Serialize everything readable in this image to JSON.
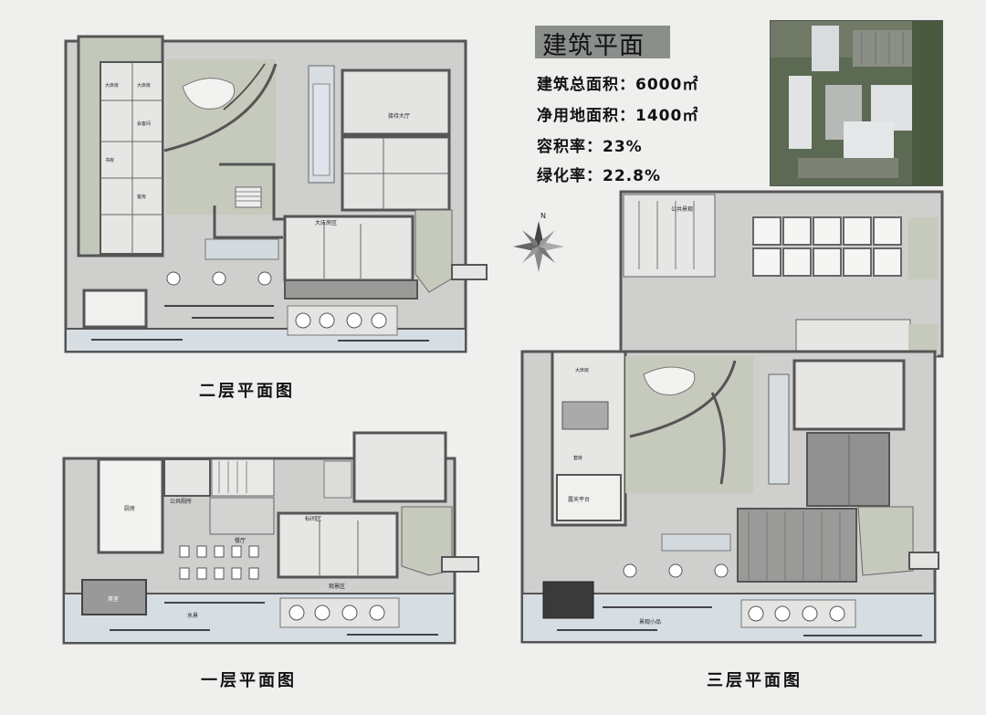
{
  "title": "建筑平面",
  "stats": {
    "total_area": "建筑总面积：6000㎡",
    "net_area": "净用地面积：1400㎡",
    "plot_ratio": "容积率：23%",
    "green_ratio": "绿化率：22.8%"
  },
  "captions": {
    "floor2": "二层平面图",
    "floor1": "一层平面图",
    "floor3": "三层平面图"
  },
  "labels": {
    "f2_reception": "接待大厅",
    "f2_bigbed": "大床房区",
    "f2_r1": "大床房",
    "f2_r2": "大床房",
    "f2_r3": "会客间",
    "f2_r4": "书房",
    "f2_r5": "客房",
    "f1_kitchen": "厨房",
    "f1_toilet": "公共厕所",
    "f1_dining": "餐厅",
    "f1_standard": "标间区",
    "f1_view": "观景区",
    "f1_water": "水景",
    "f1_tea": "茶室",
    "f3_public": "公共景观",
    "f3_terrace": "露天平台",
    "f3_r1": "大床房",
    "f3_r2": "套房",
    "f3_garden": "景观小品"
  },
  "north": "N",
  "colors": {
    "wall": "#5a5a5a",
    "floor": "#c8c8c6",
    "green": "#bfc5b8",
    "water": "#c9d3dd",
    "room": "#e7e7e5"
  }
}
